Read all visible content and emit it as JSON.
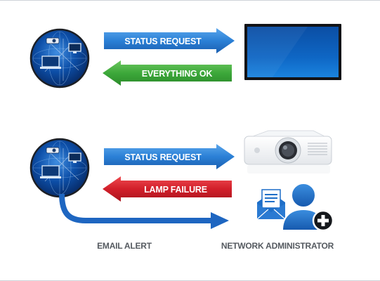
{
  "top_row": {
    "request_label": "STATUS REQUEST",
    "response_label": "EVERYTHING OK",
    "device": "monitor-display",
    "response_color": "#3ea93a"
  },
  "bottom_row": {
    "request_label": "STATUS REQUEST",
    "response_label": "LAMP FAILURE",
    "device": "projector",
    "response_color": "#d21f2a",
    "email_caption": "EMAIL ALERT",
    "admin_caption": "NETWORK ADMINISTRATOR"
  },
  "colors": {
    "request_arrow": "#2a7fd4",
    "globe": "#0a3f92",
    "admin_icon": "#1f6fc8",
    "email_path": "#1e66c1"
  },
  "icons": [
    "network-globe-icon",
    "display-icon",
    "projector-icon",
    "email-icon",
    "admin-user-icon",
    "plus-icon"
  ]
}
